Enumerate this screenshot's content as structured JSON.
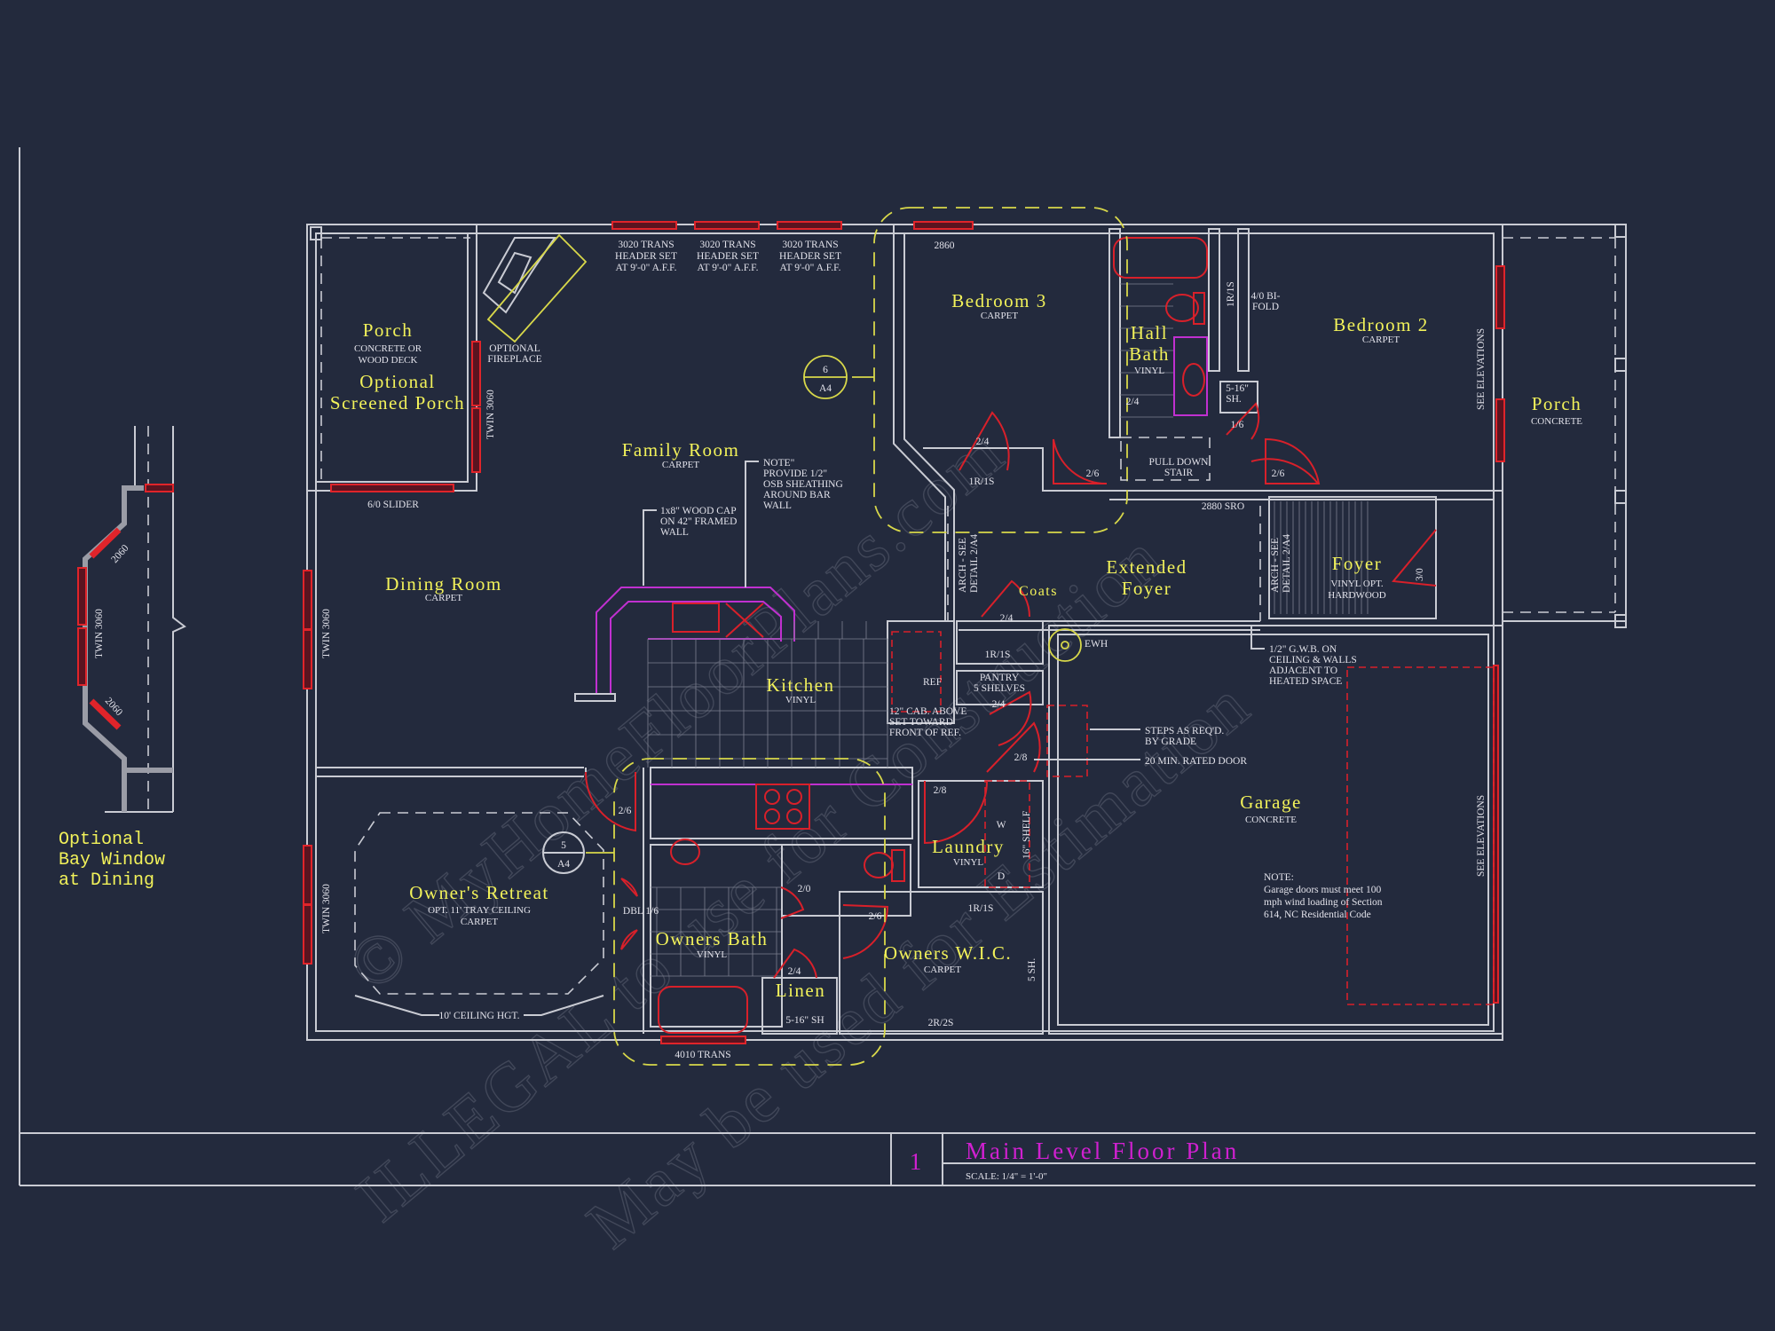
{
  "rooms": [
    {
      "name": "Porch",
      "sub": [
        "CONCRETE OR",
        "WOOD DECK"
      ]
    },
    {
      "name": "Family Room",
      "sub": [
        "CARPET"
      ]
    },
    {
      "name": "Dining Room",
      "sub": [
        "CARPET"
      ]
    },
    {
      "name": "Kitchen",
      "sub": [
        "VINYL"
      ]
    },
    {
      "name": "Owner's Retreat",
      "sub": [
        "OPT. 11' TRAY CEILING",
        "CARPET"
      ]
    },
    {
      "name": "Owners Bath",
      "sub": [
        "VINYL"
      ]
    },
    {
      "name": "Linen",
      "sub": []
    },
    {
      "name": "Owners W.I.C.",
      "sub": [
        "CARPET"
      ]
    },
    {
      "name": "Laundry",
      "sub": [
        "VINYL"
      ]
    },
    {
      "name": "Garage",
      "sub": [
        "CONCRETE"
      ]
    },
    {
      "name": "Bedroom 3",
      "sub": [
        "CARPET"
      ]
    },
    {
      "name": "Hall",
      "sub": [
        "VINYL"
      ],
      "name2": "Bath"
    },
    {
      "name": "Bedroom 2",
      "sub": [
        "CARPET"
      ]
    },
    {
      "name": "Porch",
      "sub": [
        "CONCRETE"
      ]
    },
    {
      "name": "Extended",
      "name2": "Foyer",
      "sub": []
    },
    {
      "name": "Foyer",
      "sub": [
        "VINYL OPT.",
        "HARDWOOD"
      ]
    },
    {
      "name": "Coats",
      "sub": []
    }
  ],
  "optional_labels": {
    "screened_porch": [
      "Optional",
      "Screened Porch"
    ],
    "bay_window": [
      "Optional",
      "Bay Window",
      "at Dining"
    ]
  },
  "notes": {
    "trans_window": [
      "3020 TRANS",
      "HEADER SET",
      "AT 9'-0\" A.F.F."
    ],
    "window_2860": "2860",
    "twin_3060": "TWIN 3060",
    "bay_2060": "2060",
    "slider": "6/0 SLIDER",
    "fireplace": [
      "OPTIONAL",
      "FIREPLACE"
    ],
    "osb_note": [
      "NOTE\"",
      "PROVIDE 1/2\"",
      "OSB SHEATHING",
      "AROUND BAR",
      "WALL"
    ],
    "wood_cap": [
      "1x8\" WOOD CAP",
      "ON 42\" FRAMED",
      "WALL"
    ],
    "cab_note": [
      "12\" CAB. ABOVE",
      "SET TOWARD",
      "FRONT OF REF."
    ],
    "ref": "REF",
    "pantry": [
      "PANTRY",
      "5 SHELVES"
    ],
    "shelf_1r1s": "1R/1S",
    "shelf_2r2s": "2R/2S",
    "ewh": "EWH",
    "steps": [
      "STEPS AS REQ'D.",
      "BY GRADE"
    ],
    "rated_door": "20 MIN. RATED DOOR",
    "gwb": [
      "1/2\" G.W.B. ON",
      "CEILING & WALLS",
      "ADJACENT TO",
      "HEATED SPACE"
    ],
    "garage_note": [
      "NOTE:",
      "Garage doors must meet 100",
      "mph wind loading of Section",
      "614, NC Residential Code"
    ],
    "see_elevations": "SEE ELEVATIONS",
    "arch": [
      "ARCH - SEE",
      "DETAIL 2/A4"
    ],
    "sro": "2880 SRO",
    "pull_down": [
      "PULL DOWN",
      "STAIR"
    ],
    "bifold": [
      "4/0 BI-",
      "FOLD"
    ],
    "sh_516": [
      "5-16\"",
      "SH."
    ],
    "sh_516_linen": "5-16\" SH",
    "sh_5": "5 SH.",
    "washer": "W",
    "dryer": "D",
    "shelf_16": "16\" SHELF",
    "trans_4010": "4010 TRANS",
    "dbl": "DBL 1/6",
    "ceiling_hgt": "10' CEILING HGT.",
    "doors": {
      "d24": "2/4",
      "d26": "2/6",
      "d28": "2/8",
      "d16": "1/6",
      "d20": "2/0",
      "d30": "3/0"
    }
  },
  "section_markers": [
    {
      "num": "6",
      "sheet": "A4"
    },
    {
      "num": "5",
      "sheet": "A4"
    }
  ],
  "title_block": {
    "number": "1",
    "title": "Main Level Floor Plan",
    "scale": "SCALE: 1/4\" = 1'-0\""
  },
  "watermark": [
    "© MyHomeFloorPlans.com",
    "ILLEGAL to use for Construction",
    "May be used for Estimation"
  ],
  "colors": {
    "background": "#232a3d",
    "walls": "#c9cbd3",
    "room_label": "#f2f25a",
    "window": "#e0242a",
    "cabinet": "#c030d0",
    "title": "#d020d0"
  }
}
